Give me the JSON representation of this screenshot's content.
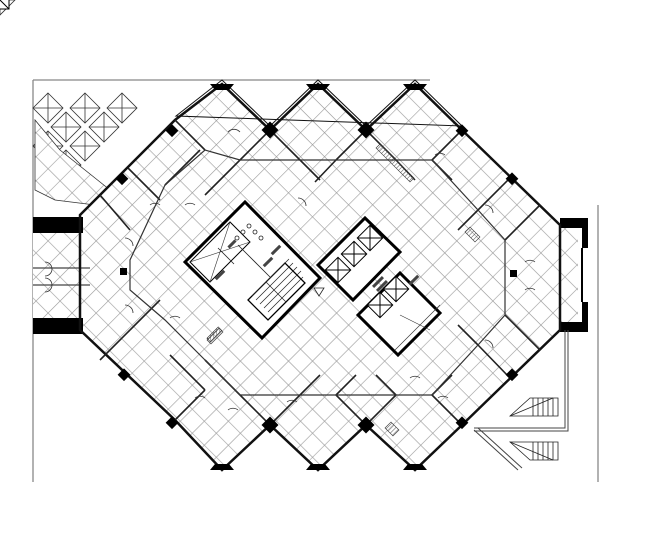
{
  "drawing": {
    "type": "architectural floor plan",
    "orientation": "building rotated 45 degrees",
    "colors": {
      "background": "#ffffff",
      "wall": "#111111",
      "grid": "#9a9a9a",
      "column": "#000000",
      "hatch": "#666666"
    }
  },
  "core_labels": [
    {
      "id": "stair-core",
      "text": "illegible"
    },
    {
      "id": "restroom-1",
      "text": "illegible"
    },
    {
      "id": "restroom-2",
      "text": "illegible"
    },
    {
      "id": "elevator-lobby",
      "text": "illegible"
    },
    {
      "id": "service-room",
      "text": "illegible"
    }
  ]
}
